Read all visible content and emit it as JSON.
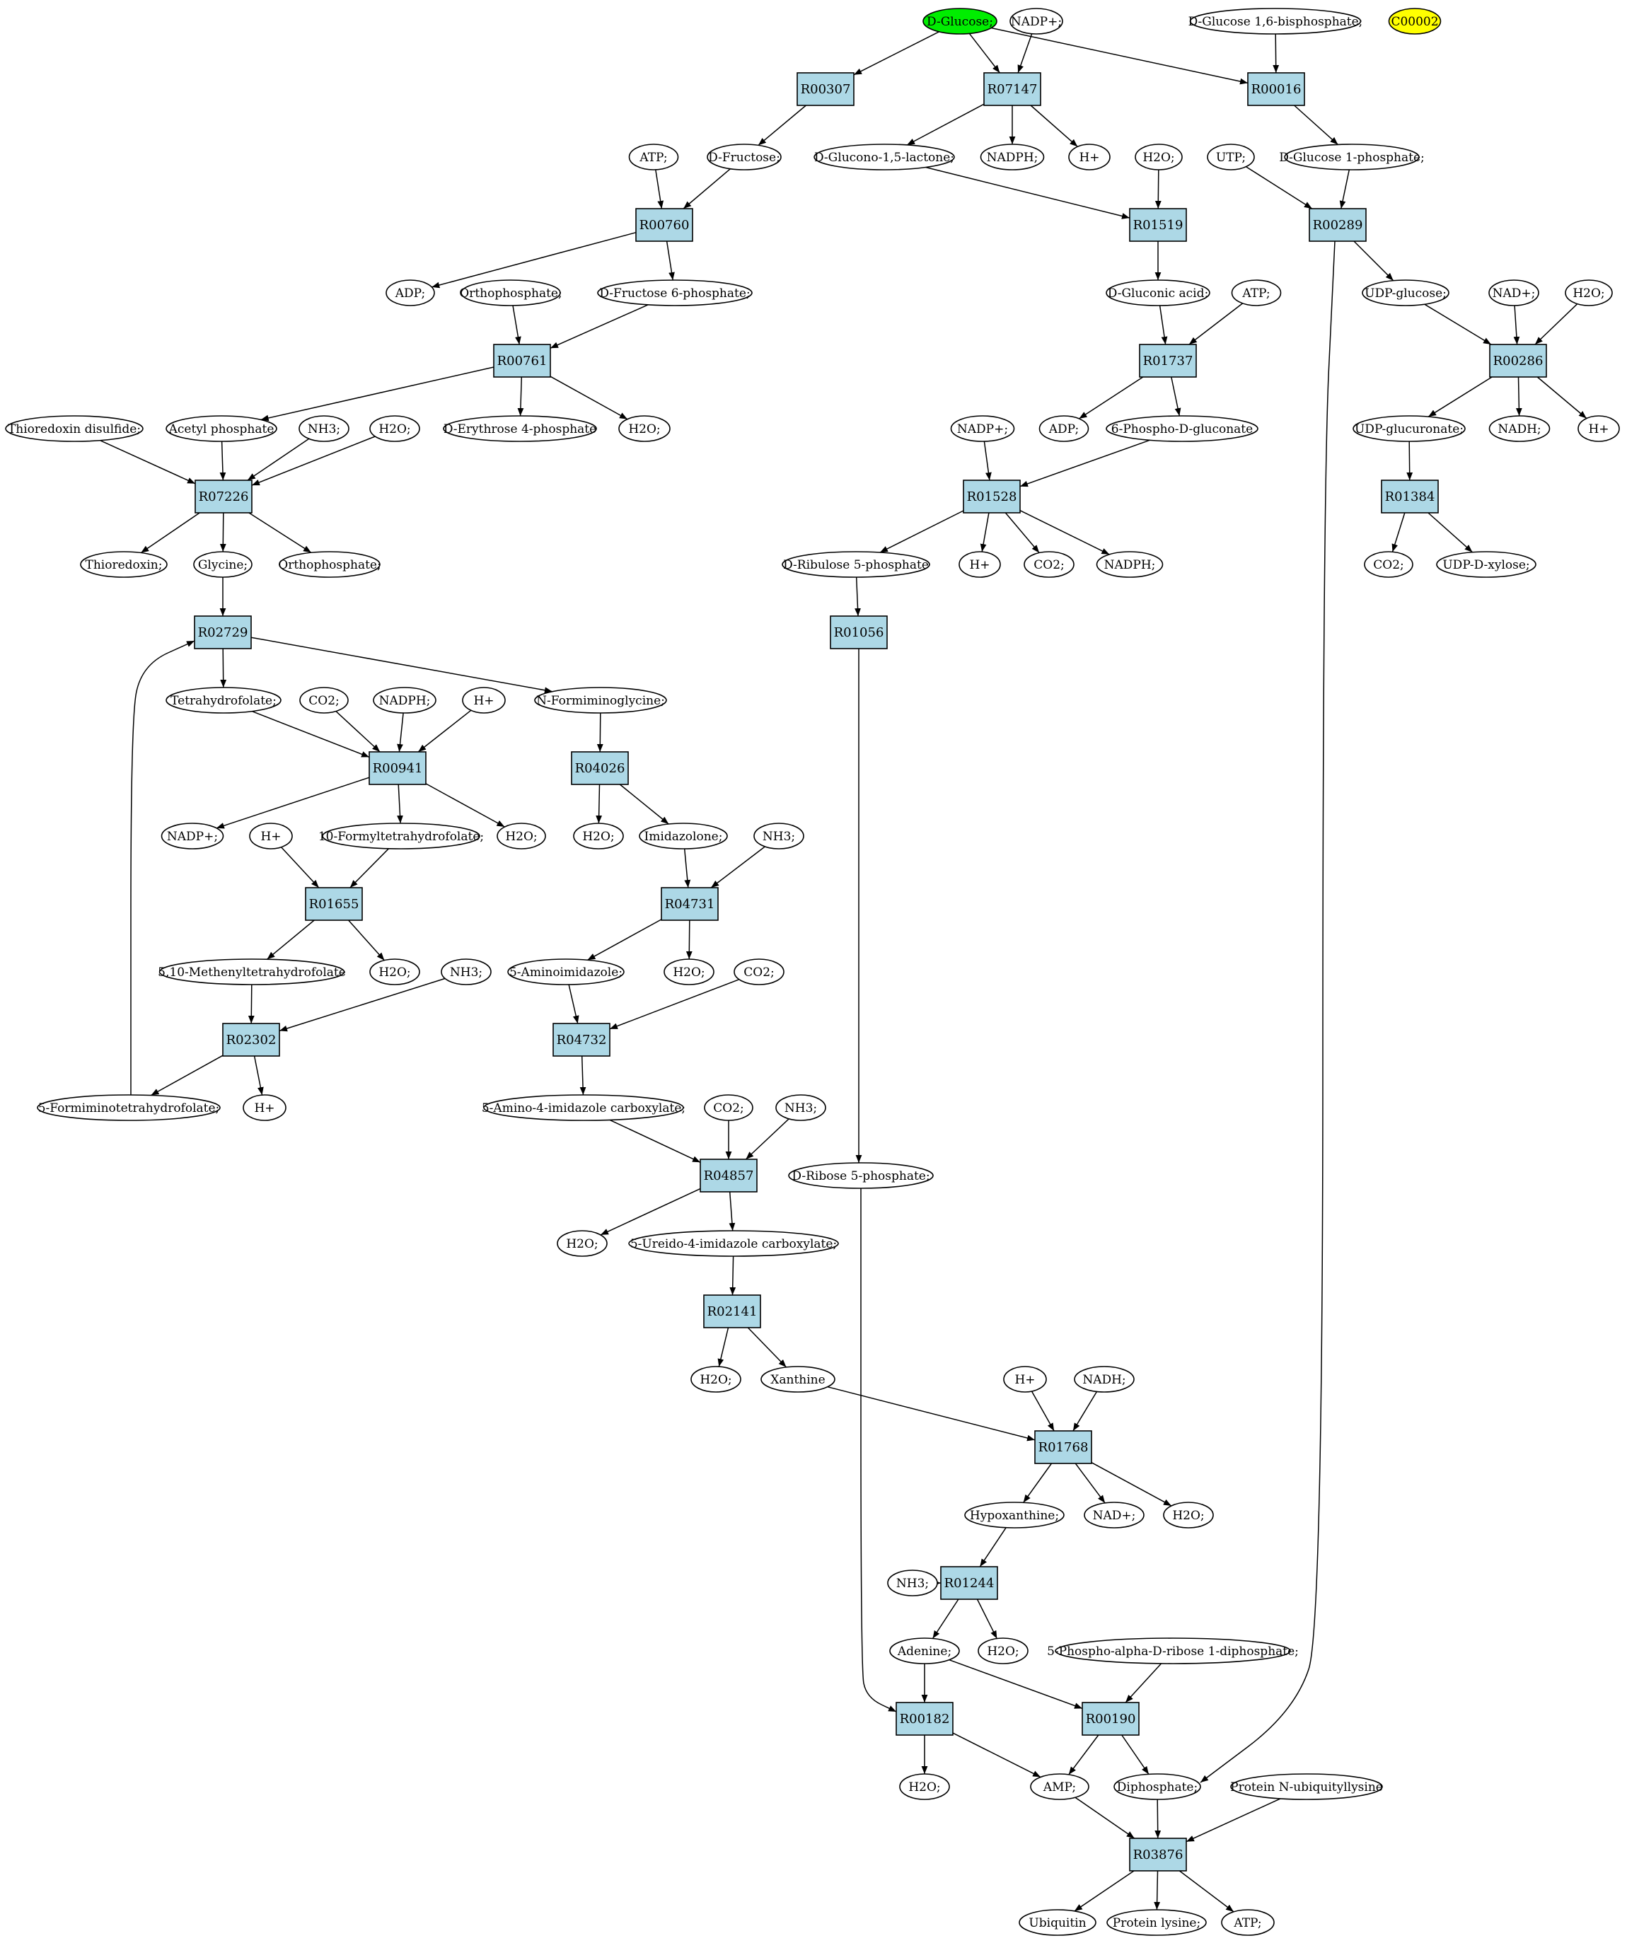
{
  "colors": {
    "reaction_fill": "#add8e6",
    "start_fill": "#00ee00",
    "query_fill": "#ffff00",
    "compound_fill": "#ffffff",
    "stroke": "#000000"
  },
  "nodes": [
    {
      "id": "n1",
      "label": "D-Glucose;",
      "kind": "compound",
      "fill": "#00ee00"
    },
    {
      "id": "n2",
      "label": "NADP+;",
      "kind": "compound"
    },
    {
      "id": "n3",
      "label": "D-Glucose 1,6-bisphosphate;",
      "kind": "compound"
    },
    {
      "id": "n4",
      "label": "C00002",
      "kind": "compound",
      "fill": "#ffff00"
    },
    {
      "id": "r1",
      "label": "R00307",
      "kind": "reaction"
    },
    {
      "id": "r2",
      "label": "R07147",
      "kind": "reaction"
    },
    {
      "id": "r3",
      "label": "R00016",
      "kind": "reaction"
    },
    {
      "id": "n5",
      "label": "ATP;",
      "kind": "compound"
    },
    {
      "id": "n6",
      "label": "D-Fructose;",
      "kind": "compound"
    },
    {
      "id": "n7",
      "label": "D-Glucono-1,5-lactone;",
      "kind": "compound"
    },
    {
      "id": "n8",
      "label": "NADPH;",
      "kind": "compound"
    },
    {
      "id": "n9",
      "label": "H+",
      "kind": "compound"
    },
    {
      "id": "n10",
      "label": "H2O;",
      "kind": "compound"
    },
    {
      "id": "n11",
      "label": "UTP;",
      "kind": "compound"
    },
    {
      "id": "n12",
      "label": "D-Glucose 1-phosphate;",
      "kind": "compound"
    },
    {
      "id": "r4",
      "label": "R00760",
      "kind": "reaction"
    },
    {
      "id": "r5",
      "label": "R01519",
      "kind": "reaction"
    },
    {
      "id": "r6",
      "label": "R00289",
      "kind": "reaction"
    },
    {
      "id": "n13",
      "label": "ADP;",
      "kind": "compound"
    },
    {
      "id": "n14",
      "label": "Orthophosphate;",
      "kind": "compound"
    },
    {
      "id": "n15",
      "label": "D-Fructose 6-phosphate;",
      "kind": "compound"
    },
    {
      "id": "n16",
      "label": "D-Gluconic acid;",
      "kind": "compound"
    },
    {
      "id": "n17",
      "label": "ATP;",
      "kind": "compound"
    },
    {
      "id": "n18",
      "label": "UDP-glucose;",
      "kind": "compound"
    },
    {
      "id": "n19",
      "label": "NAD+;",
      "kind": "compound"
    },
    {
      "id": "n20",
      "label": "H2O;",
      "kind": "compound"
    },
    {
      "id": "r7",
      "label": "R00761",
      "kind": "reaction"
    },
    {
      "id": "r8",
      "label": "R01737",
      "kind": "reaction"
    },
    {
      "id": "r9",
      "label": "R00286",
      "kind": "reaction"
    },
    {
      "id": "n21",
      "label": "Thioredoxin disulfide;",
      "kind": "compound"
    },
    {
      "id": "n22",
      "label": "Acetyl phosphate",
      "kind": "compound"
    },
    {
      "id": "n23",
      "label": "NH3;",
      "kind": "compound"
    },
    {
      "id": "n24",
      "label": "H2O;",
      "kind": "compound"
    },
    {
      "id": "n25",
      "label": "D-Erythrose 4-phosphate",
      "kind": "compound"
    },
    {
      "id": "n26",
      "label": "H2O;",
      "kind": "compound"
    },
    {
      "id": "n27",
      "label": "NADP+;",
      "kind": "compound"
    },
    {
      "id": "n28",
      "label": "ADP;",
      "kind": "compound"
    },
    {
      "id": "n29",
      "label": "6-Phospho-D-gluconate",
      "kind": "compound"
    },
    {
      "id": "n30",
      "label": "UDP-glucuronate;",
      "kind": "compound"
    },
    {
      "id": "n31",
      "label": "NADH;",
      "kind": "compound"
    },
    {
      "id": "n32",
      "label": "H+",
      "kind": "compound"
    },
    {
      "id": "r10",
      "label": "R07226",
      "kind": "reaction"
    },
    {
      "id": "r11",
      "label": "R01528",
      "kind": "reaction"
    },
    {
      "id": "r12",
      "label": "R01384",
      "kind": "reaction"
    },
    {
      "id": "n33",
      "label": "Thioredoxin;",
      "kind": "compound"
    },
    {
      "id": "n34",
      "label": "Glycine;",
      "kind": "compound"
    },
    {
      "id": "n35",
      "label": "Orthophosphate;",
      "kind": "compound"
    },
    {
      "id": "n36",
      "label": "D-Ribulose 5-phosphate",
      "kind": "compound"
    },
    {
      "id": "n37",
      "label": "H+",
      "kind": "compound"
    },
    {
      "id": "n38",
      "label": "CO2;",
      "kind": "compound"
    },
    {
      "id": "n39",
      "label": "NADPH;",
      "kind": "compound"
    },
    {
      "id": "n40",
      "label": "CO2;",
      "kind": "compound"
    },
    {
      "id": "n41",
      "label": "UDP-D-xylose;",
      "kind": "compound"
    },
    {
      "id": "r13",
      "label": "R02729",
      "kind": "reaction"
    },
    {
      "id": "r14",
      "label": "R01056",
      "kind": "reaction"
    },
    {
      "id": "n42",
      "label": "Tetrahydrofolate;",
      "kind": "compound"
    },
    {
      "id": "n43",
      "label": "CO2;",
      "kind": "compound"
    },
    {
      "id": "n44",
      "label": "NADPH;",
      "kind": "compound"
    },
    {
      "id": "n45",
      "label": "H+",
      "kind": "compound"
    },
    {
      "id": "n46",
      "label": "N-Formiminoglycine;",
      "kind": "compound"
    },
    {
      "id": "r15",
      "label": "R00941",
      "kind": "reaction"
    },
    {
      "id": "r16",
      "label": "R04026",
      "kind": "reaction"
    },
    {
      "id": "n47",
      "label": "NADP+;",
      "kind": "compound"
    },
    {
      "id": "n48",
      "label": "H+",
      "kind": "compound"
    },
    {
      "id": "n49",
      "label": "10-Formyltetrahydrofolate;",
      "kind": "compound"
    },
    {
      "id": "n50",
      "label": "H2O;",
      "kind": "compound"
    },
    {
      "id": "n51",
      "label": "H2O;",
      "kind": "compound"
    },
    {
      "id": "n52",
      "label": "Imidazolone;",
      "kind": "compound"
    },
    {
      "id": "n53",
      "label": "NH3;",
      "kind": "compound"
    },
    {
      "id": "r17",
      "label": "R01655",
      "kind": "reaction"
    },
    {
      "id": "r18",
      "label": "R04731",
      "kind": "reaction"
    },
    {
      "id": "n54",
      "label": "5,10-Methenyltetrahydrofolate",
      "kind": "compound"
    },
    {
      "id": "n55",
      "label": "H2O;",
      "kind": "compound"
    },
    {
      "id": "n56",
      "label": "NH3;",
      "kind": "compound"
    },
    {
      "id": "n57",
      "label": "5-Aminoimidazole;",
      "kind": "compound"
    },
    {
      "id": "n58",
      "label": "H2O;",
      "kind": "compound"
    },
    {
      "id": "n59",
      "label": "CO2;",
      "kind": "compound"
    },
    {
      "id": "r19",
      "label": "R02302",
      "kind": "reaction"
    },
    {
      "id": "r20",
      "label": "R04732",
      "kind": "reaction"
    },
    {
      "id": "n60",
      "label": "5-Formiminotetrahydrofolate;",
      "kind": "compound"
    },
    {
      "id": "n61",
      "label": "H+",
      "kind": "compound"
    },
    {
      "id": "n62",
      "label": "5-Amino-4-imidazole carboxylate;",
      "kind": "compound"
    },
    {
      "id": "n63",
      "label": "CO2;",
      "kind": "compound"
    },
    {
      "id": "n64",
      "label": "NH3;",
      "kind": "compound"
    },
    {
      "id": "r21",
      "label": "R04857",
      "kind": "reaction"
    },
    {
      "id": "n65",
      "label": "D-Ribose 5-phosphate;",
      "kind": "compound"
    },
    {
      "id": "n66",
      "label": "H2O;",
      "kind": "compound"
    },
    {
      "id": "n67",
      "label": "5-Ureido-4-imidazole carboxylate;",
      "kind": "compound"
    },
    {
      "id": "r22",
      "label": "R02141",
      "kind": "reaction"
    },
    {
      "id": "n68",
      "label": "H2O;",
      "kind": "compound"
    },
    {
      "id": "n69",
      "label": "Xanthine",
      "kind": "compound"
    },
    {
      "id": "n70",
      "label": "H+",
      "kind": "compound"
    },
    {
      "id": "n71",
      "label": "NADH;",
      "kind": "compound"
    },
    {
      "id": "r23",
      "label": "R01768",
      "kind": "reaction"
    },
    {
      "id": "n72",
      "label": "Hypoxanthine;",
      "kind": "compound"
    },
    {
      "id": "n73",
      "label": "NAD+;",
      "kind": "compound"
    },
    {
      "id": "n74",
      "label": "H2O;",
      "kind": "compound"
    },
    {
      "id": "n75",
      "label": "NH3;",
      "kind": "compound"
    },
    {
      "id": "r24",
      "label": "R01244",
      "kind": "reaction"
    },
    {
      "id": "n76",
      "label": "Adenine;",
      "kind": "compound"
    },
    {
      "id": "n77",
      "label": "H2O;",
      "kind": "compound"
    },
    {
      "id": "n78",
      "label": "5-Phospho-alpha-D-ribose 1-diphosphate;",
      "kind": "compound"
    },
    {
      "id": "r25",
      "label": "R00182",
      "kind": "reaction"
    },
    {
      "id": "r26",
      "label": "R00190",
      "kind": "reaction"
    },
    {
      "id": "n79",
      "label": "H2O;",
      "kind": "compound"
    },
    {
      "id": "n80",
      "label": "AMP;",
      "kind": "compound"
    },
    {
      "id": "n81",
      "label": "Diphosphate;",
      "kind": "compound"
    },
    {
      "id": "n82",
      "label": "Protein N-ubiquityllysine",
      "kind": "compound"
    },
    {
      "id": "r27",
      "label": "R03876",
      "kind": "reaction"
    },
    {
      "id": "n83",
      "label": "Ubiquitin",
      "kind": "compound"
    },
    {
      "id": "n84",
      "label": "Protein lysine;",
      "kind": "compound"
    },
    {
      "id": "n85",
      "label": "ATP;",
      "kind": "compound"
    }
  ],
  "edges": [
    [
      "n1",
      "r1"
    ],
    [
      "n1",
      "r2"
    ],
    [
      "n2",
      "r2"
    ],
    [
      "n1",
      "r3"
    ],
    [
      "n3",
      "r3"
    ],
    [
      "r1",
      "n6"
    ],
    [
      "r2",
      "n7"
    ],
    [
      "r2",
      "n8"
    ],
    [
      "r2",
      "n9"
    ],
    [
      "r3",
      "n12"
    ],
    [
      "n5",
      "r4"
    ],
    [
      "n6",
      "r4"
    ],
    [
      "n7",
      "r5"
    ],
    [
      "n10",
      "r5"
    ],
    [
      "n11",
      "r6"
    ],
    [
      "n12",
      "r6"
    ],
    [
      "r4",
      "n13"
    ],
    [
      "r4",
      "n15"
    ],
    [
      "r5",
      "n16"
    ],
    [
      "r6",
      "n18"
    ],
    [
      "r6",
      "n81"
    ],
    [
      "n14",
      "r7"
    ],
    [
      "n15",
      "r7"
    ],
    [
      "n16",
      "r8"
    ],
    [
      "n17",
      "r8"
    ],
    [
      "n18",
      "r9"
    ],
    [
      "n19",
      "r9"
    ],
    [
      "n20",
      "r9"
    ],
    [
      "r7",
      "n22"
    ],
    [
      "r7",
      "n25"
    ],
    [
      "r7",
      "n26"
    ],
    [
      "r8",
      "n28"
    ],
    [
      "r8",
      "n29"
    ],
    [
      "r9",
      "n30"
    ],
    [
      "r9",
      "n31"
    ],
    [
      "r9",
      "n32"
    ],
    [
      "n21",
      "r10"
    ],
    [
      "n22",
      "r10"
    ],
    [
      "n23",
      "r10"
    ],
    [
      "n24",
      "r10"
    ],
    [
      "n27",
      "r11"
    ],
    [
      "n29",
      "r11"
    ],
    [
      "n30",
      "r12"
    ],
    [
      "r10",
      "n33"
    ],
    [
      "r10",
      "n34"
    ],
    [
      "r10",
      "n35"
    ],
    [
      "r11",
      "n36"
    ],
    [
      "r11",
      "n37"
    ],
    [
      "r11",
      "n38"
    ],
    [
      "r11",
      "n39"
    ],
    [
      "r12",
      "n40"
    ],
    [
      "r12",
      "n41"
    ],
    [
      "n34",
      "r13"
    ],
    [
      "n60",
      "r13"
    ],
    [
      "n36",
      "r14"
    ],
    [
      "r13",
      "n42"
    ],
    [
      "r13",
      "n46"
    ],
    [
      "r14",
      "n65"
    ],
    [
      "n42",
      "r15"
    ],
    [
      "n43",
      "r15"
    ],
    [
      "n44",
      "r15"
    ],
    [
      "n45",
      "r15"
    ],
    [
      "n46",
      "r16"
    ],
    [
      "r15",
      "n47"
    ],
    [
      "r15",
      "n49"
    ],
    [
      "r15",
      "n50"
    ],
    [
      "r16",
      "n51"
    ],
    [
      "r16",
      "n52"
    ],
    [
      "n48",
      "r17"
    ],
    [
      "n49",
      "r17"
    ],
    [
      "n52",
      "r18"
    ],
    [
      "n53",
      "r18"
    ],
    [
      "r17",
      "n54"
    ],
    [
      "r17",
      "n55"
    ],
    [
      "r18",
      "n57"
    ],
    [
      "r18",
      "n58"
    ],
    [
      "n54",
      "r19"
    ],
    [
      "n56",
      "r19"
    ],
    [
      "n57",
      "r20"
    ],
    [
      "n59",
      "r20"
    ],
    [
      "r19",
      "n60"
    ],
    [
      "r19",
      "n61"
    ],
    [
      "r20",
      "n62"
    ],
    [
      "n62",
      "r21"
    ],
    [
      "n63",
      "r21"
    ],
    [
      "n64",
      "r21"
    ],
    [
      "r21",
      "n66"
    ],
    [
      "r21",
      "n67"
    ],
    [
      "n67",
      "r22"
    ],
    [
      "r22",
      "n68"
    ],
    [
      "r22",
      "n69"
    ],
    [
      "n69",
      "r23"
    ],
    [
      "n70",
      "r23"
    ],
    [
      "n71",
      "r23"
    ],
    [
      "r23",
      "n72"
    ],
    [
      "r23",
      "n73"
    ],
    [
      "r23",
      "n74"
    ],
    [
      "n72",
      "r24"
    ],
    [
      "n75",
      "r24"
    ],
    [
      "r24",
      "n76"
    ],
    [
      "r24",
      "n77"
    ],
    [
      "n76",
      "r25"
    ],
    [
      "n65",
      "r25"
    ],
    [
      "n76",
      "r26"
    ],
    [
      "n78",
      "r26"
    ],
    [
      "r25",
      "n79"
    ],
    [
      "r25",
      "n80"
    ],
    [
      "r26",
      "n80"
    ],
    [
      "r26",
      "n81"
    ],
    [
      "n80",
      "r27"
    ],
    [
      "n81",
      "r27"
    ],
    [
      "n82",
      "r27"
    ],
    [
      "r27",
      "n83"
    ],
    [
      "r27",
      "n84"
    ],
    [
      "r27",
      "n85"
    ]
  ]
}
